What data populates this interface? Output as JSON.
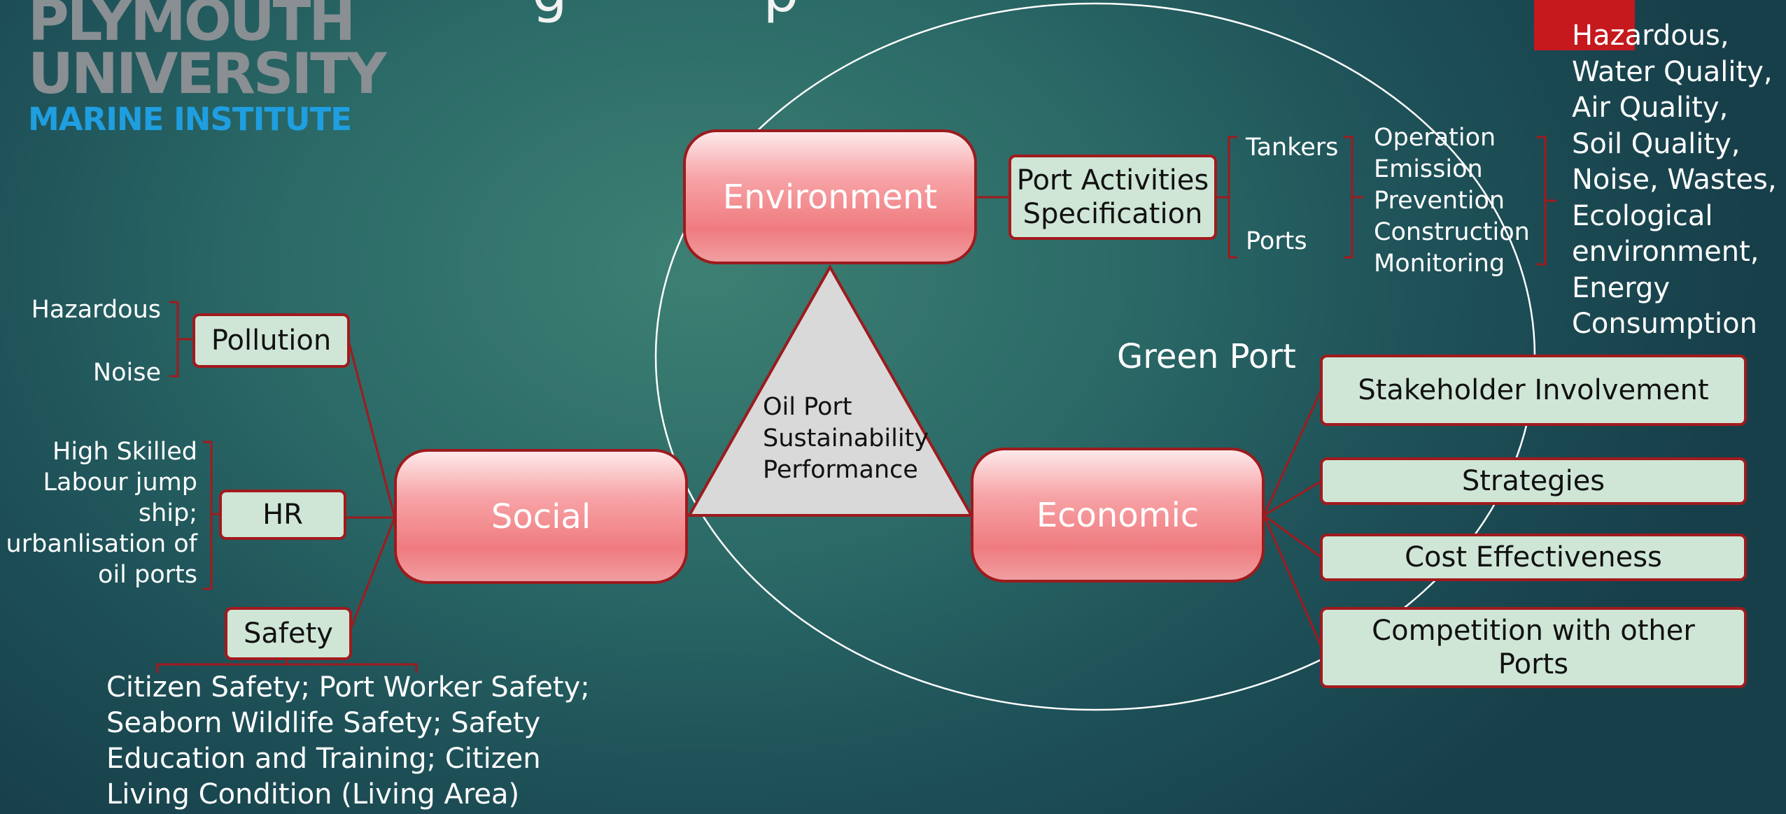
{
  "logo": {
    "line1": "PLYMOUTH",
    "line2": "UNIVERSITY",
    "line3": "MARINE INSTITUTE"
  },
  "title_partial": "g           p",
  "colors": {
    "pillar_border": "#9b1b1e",
    "box_fill": "#cfe6d6",
    "box_border": "#a11a1d",
    "connector": "#a11a1d",
    "ellipse": "#ffffff",
    "triangle_fill": "#d9d9d9",
    "accent_square": "#c5191e"
  },
  "center": {
    "label_lines": [
      "Oil Port",
      "Sustainability",
      "Performance"
    ]
  },
  "ellipse_label": "Green Port",
  "pillars": {
    "environment": "Environment",
    "social": "Social",
    "economic": "Economic"
  },
  "environment": {
    "activity_box_lines": [
      "Port Activities",
      "Specification"
    ],
    "subjects": [
      "Tankers",
      "Ports"
    ],
    "stages": [
      "Operation",
      "Emission",
      "Prevention",
      "Construction",
      "Monitoring"
    ],
    "impacts": [
      "Hazardous,",
      "Water Quality,",
      "Air Quality,",
      "Soil Quality,",
      "Noise, Wastes,",
      "Ecological",
      "environment,",
      "Energy",
      "Consumption"
    ]
  },
  "social": {
    "pollution": {
      "label": "Pollution",
      "items": [
        "Hazardous",
        "Noise"
      ]
    },
    "hr": {
      "label": "HR",
      "items": [
        "High Skilled",
        "Labour jump",
        "ship;",
        "urbanlisation of",
        "oil ports"
      ]
    },
    "safety": {
      "label": "Safety",
      "items": [
        "Citizen Safety; Port Worker Safety;",
        "Seaborn Wildlife Safety; Safety",
        "Education and Training; Citizen",
        "Living Condition (Living Area)"
      ]
    }
  },
  "economic": {
    "boxes": [
      "Stakeholder Involvement",
      "Strategies",
      "Cost Effectiveness"
    ],
    "competition_lines": [
      "Competition with other",
      "Ports"
    ]
  }
}
